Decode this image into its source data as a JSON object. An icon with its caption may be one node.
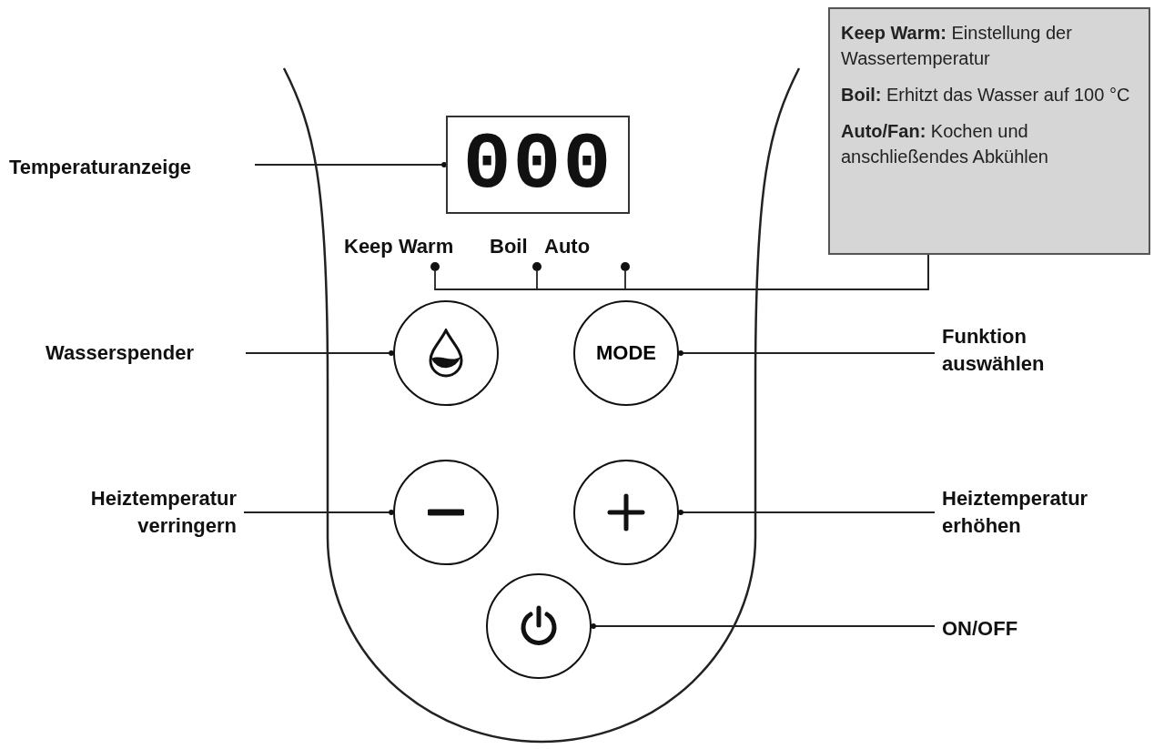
{
  "diagram": {
    "nodes": [
      {
        "text": [
          "Temperaturanzeige"
        ]
      },
      {
        "text": [
          "000"
        ]
      },
      {
        "text": [
          "Wasserspender"
        ]
      },
      {
        "text": [],
        "shape": "circle"
      },
      {
        "text": [
          "MODE"
        ]
      },
      {
        "text": [
          "Funktion auswählen"
        ]
      },
      {
        "text": [
          "Heiztemperatur verringern"
        ]
      },
      {
        "text": [],
        "shape": "circle"
      },
      {
        "text": [],
        "shape": "circle"
      },
      {
        "text": [
          "Heiztemperatur erhöhen"
        ]
      },
      {
        "text": [],
        "shape": "circle"
      },
      {
        "text": [
          "ON/OFF"
        ]
      },
      {
        "text": [
          "**Keep Warm:** Einstellung der Wassertemperatur",
          "**Boil:** Erhitzt das Wasser auf 100 °C",
          "**Auto/Fan:** Kochen und anschließendes Abkühlen"
        ]
      },
      {
        "text": [],
        "shape": "circle"
      },
      {
        "text": [],
        "shape": "circle"
      },
      {
        "text": [],
        "shape": "circle"
      }
    ],
    "edges": [
      {
        "from": 0,
        "to": 1,
        "arrow": "other"
      },
      {
        "from": 2,
        "to": 3,
        "arrow": "other"
      },
      {
        "from": 5,
        "to": 4,
        "arrow": "other"
      },
      {
        "from": 6,
        "to": 7,
        "arrow": "other"
      },
      {
        "from": 9,
        "to": 8,
        "arrow": "other"
      },
      {
        "from": 11,
        "to": 10,
        "arrow": "other"
      },
      {
        "from": 12,
        "to": 13,
        "arrow": "none"
      },
      {
        "from": 12,
        "to": 14,
        "arrow": "none"
      },
      {
        "from": 12,
        "to": 15,
        "arrow": "none"
      }
    ],
    "labels": [
      "Keep Warm",
      "Boil",
      "Auto"
    ]
  }
}
